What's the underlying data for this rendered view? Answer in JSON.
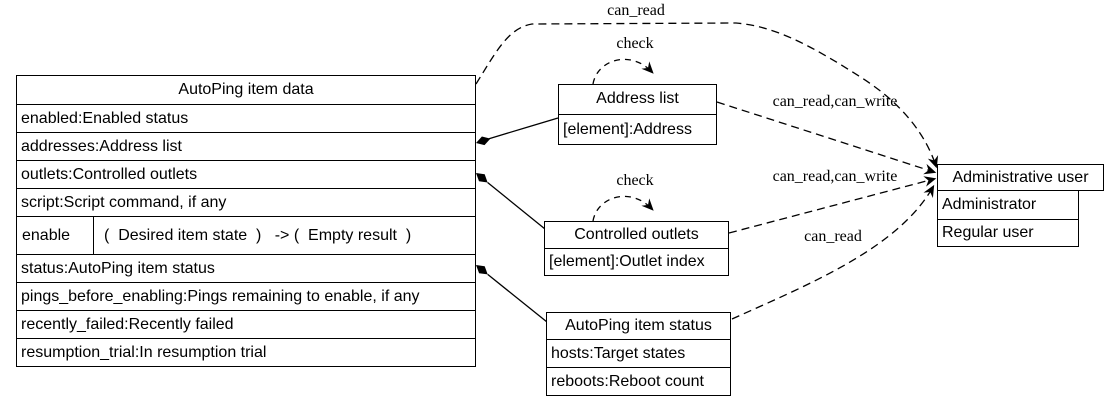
{
  "diagram": {
    "background_color": "#ffffff",
    "line_color": "#000000",
    "text_color": "#000000"
  },
  "main_class": {
    "title": "AutoPing item data",
    "attributes_top": [
      "enabled:Enabled status",
      "addresses:Address list",
      "outlets:Controlled outlets",
      "script:Script command, if any"
    ],
    "method": {
      "name": "enable",
      "signature": "(  Desired item state  )   -> (  Empty result  )"
    },
    "attributes_bottom": [
      "status:AutoPing item status",
      "pings_before_enabling:Pings remaining to enable, if any",
      "recently_failed:Recently failed",
      "resumption_trial:In resumption trial"
    ]
  },
  "address_list_class": {
    "title": "Address list",
    "attributes": [
      "[element]:Address"
    ]
  },
  "controlled_outlets_class": {
    "title": "Controlled outlets",
    "attributes": [
      "[element]:Outlet index"
    ]
  },
  "item_status_class": {
    "title": "AutoPing item status",
    "attributes": [
      "hosts:Target states",
      "reboots:Reboot count"
    ]
  },
  "user_class": {
    "title": "Administrative user",
    "attributes": [
      "Administrator",
      "Regular user"
    ]
  },
  "edge_labels": {
    "top_can_read": "can_read",
    "address_permissions": "can_read,can_write",
    "outlets_permissions": "can_read,can_write",
    "status_permissions": "can_read",
    "check_address": "check",
    "check_outlets": "check"
  }
}
